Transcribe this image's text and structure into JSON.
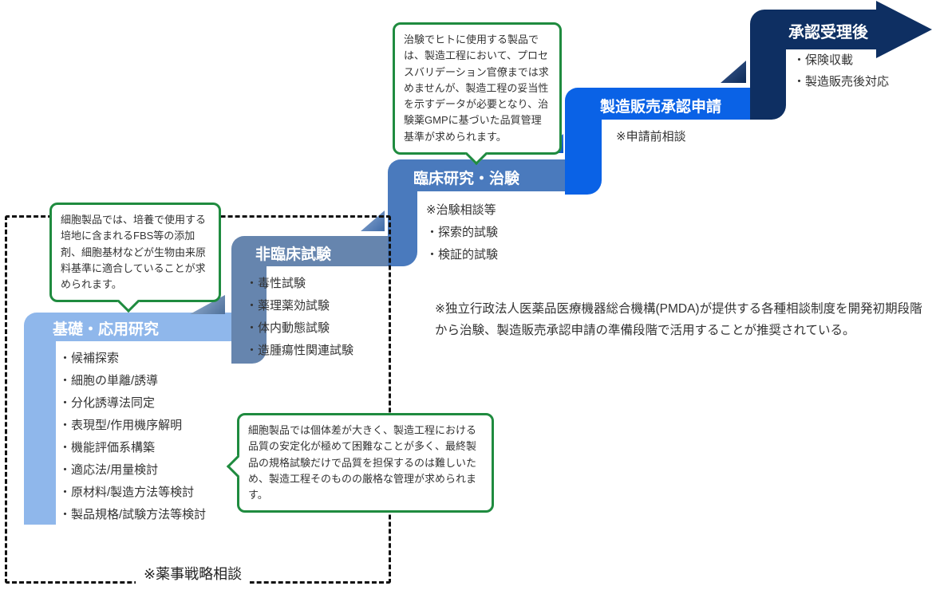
{
  "stages": [
    {
      "label": "基礎・応用研究",
      "items": [
        "・候補探索",
        "・細胞の単離/誘導",
        "・分化誘導法同定",
        "・表現型/作用機序解明",
        "・機能評価系構築",
        "・適応法/用量検討",
        "・原材料/製造方法等検討",
        "・製品規格/試験方法等検討"
      ]
    },
    {
      "label": "非臨床試験",
      "items": [
        "・毒性試験",
        "・薬理薬効試験",
        "・体内動態試験",
        "・造腫瘍性関連試験"
      ]
    },
    {
      "label": "臨床研究・治験",
      "items": [
        "※治験相談等",
        "・探索的試験",
        "・検証的試験"
      ]
    },
    {
      "label": "製造販売承認申請",
      "items": [
        "※申請前相談"
      ]
    },
    {
      "label": "承認受理後",
      "items": [
        "・保険収載",
        "・製造販売後対応"
      ]
    }
  ],
  "callouts": [
    {
      "text": "治験でヒトに使用する製品では、製造工程において、プロセスバリデーション官僚までは求めませんが、製造工程の妥当性を示すデータが必要となり、治験薬GMPに基づいた品質管理基準が求められます。"
    },
    {
      "text": "細胞製品では、培養で使用する培地に含まれるFBS等の添加剤、細胞基材などが生物由来原料基準に適合していることが求められます。"
    },
    {
      "text": "細胞製品では個体差が大きく、製造工程における品質の安定化が極めて困難なことが多く、最終製品の規格試験だけで品質を担保するのは難しいため、製造工程そのものの厳格な管理が求められます。"
    }
  ],
  "notes": {
    "pmda": "※独立行政法人医薬品医療機器総合機構(PMDA)が提供する各種相談制度を開発初期段階から治験、製造販売承認申請の準備段階で活用することが推奨されている。",
    "dashed_label": "※薬事戦略相談"
  },
  "colors": {
    "stage1": "#8FB7EB",
    "stage2": "#6685AE",
    "stage3": "#4A7ABD",
    "stage4": "#0A62E6",
    "stage5": "#0E2F62",
    "callout_border": "#1F8B3F"
  }
}
